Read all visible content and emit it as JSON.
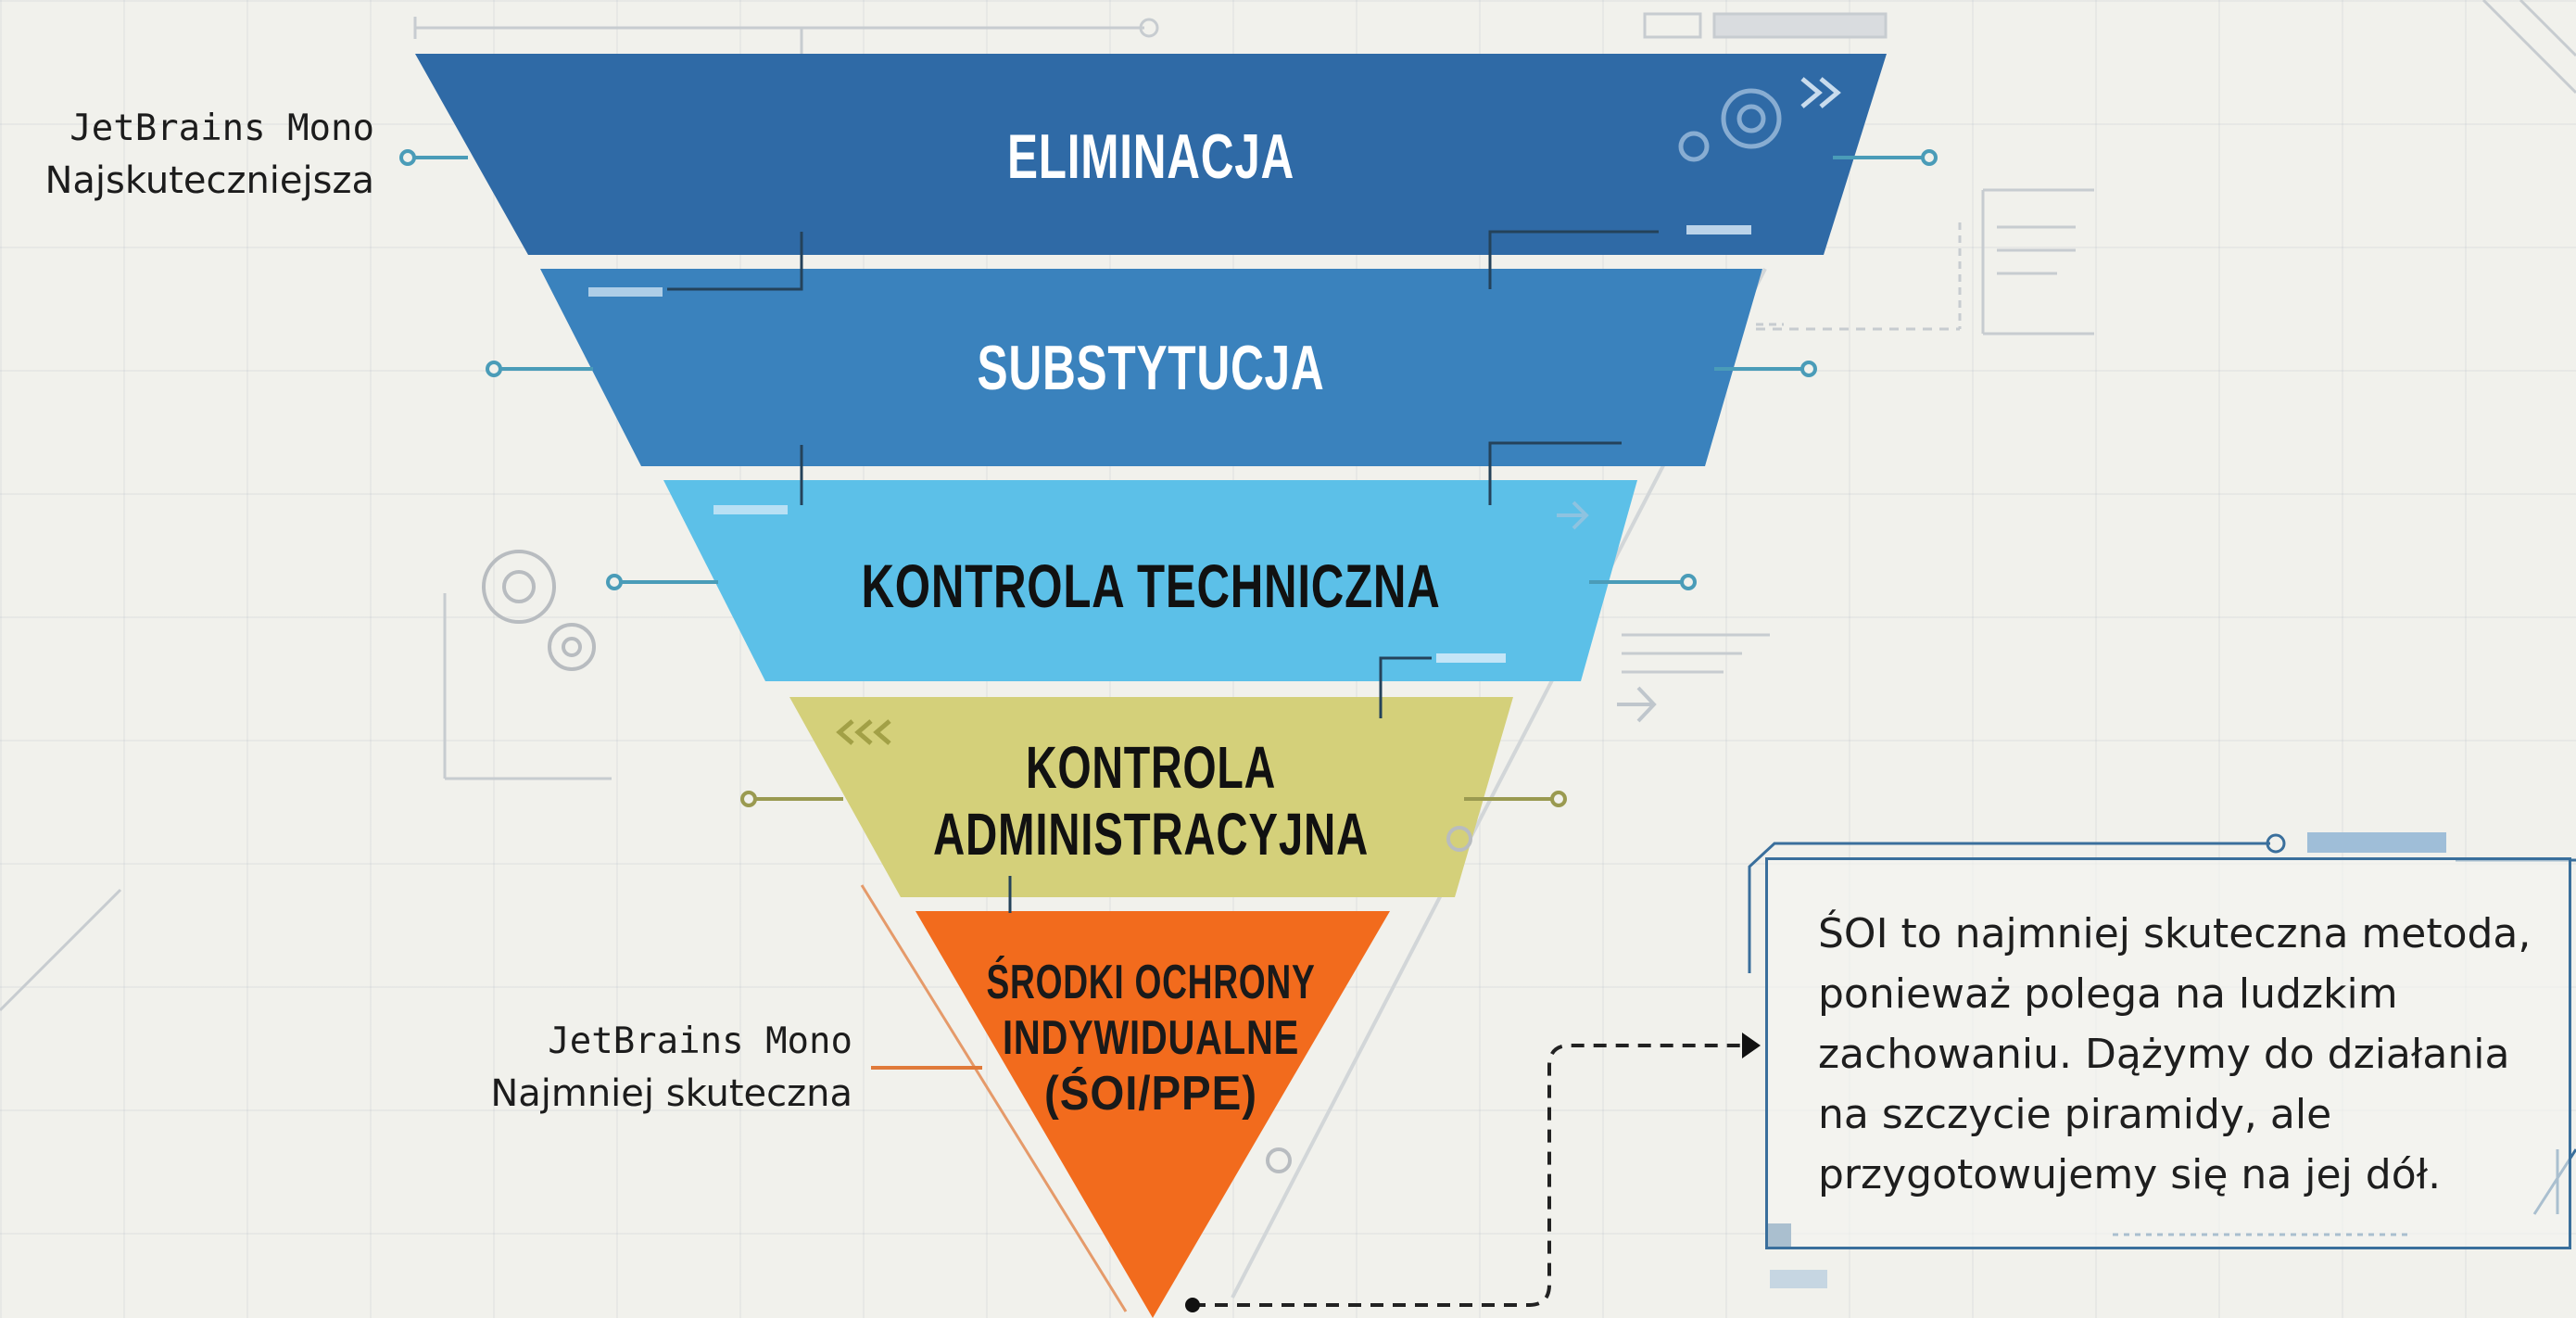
{
  "pyramid": {
    "levels": [
      {
        "label": "ELIMINACJA",
        "color": "#2f6aa6",
        "text_color": "#ffffff"
      },
      {
        "label": "SUBSTYTUCJA",
        "color": "#3a82bd",
        "text_color": "#ffffff"
      },
      {
        "label": "KONTROLA TECHNICZNA",
        "color": "#5cc0e8",
        "text_color": "#111111"
      },
      {
        "label_lines": [
          "KONTROLA",
          "ADMINISTRACYJNA"
        ],
        "color": "#d4d07a",
        "text_color": "#111111"
      },
      {
        "label_lines": [
          "ŚRODKI OCHRONY",
          "INDYWIDUALNE",
          "(ŚOI/PPE)"
        ],
        "color": "#f26b1d",
        "text_color": "#1a1a1a"
      }
    ]
  },
  "labels": {
    "top": {
      "font_name": "JetBrains Mono",
      "text": "Najskuteczniejsza"
    },
    "bottom": {
      "font_name": "JetBrains Mono",
      "text": "Najmniej skuteczna"
    }
  },
  "note": {
    "lines": [
      "ŚOI to najmniej skuteczna metoda,",
      "ponieważ polega na ludzkim",
      "zachowaniu. Dążymy do działania",
      "na szczycie piramidy, ale",
      "przygotowujemy się na jej dół."
    ]
  },
  "colors": {
    "accent": "#3a6f9c",
    "line_teal": "#4a9cb8",
    "line_olive": "#9a9a50",
    "line_orange": "#e07a3a",
    "background": "#f1f1ec"
  },
  "icons": [
    "gear-icon",
    "arrow-right-icon",
    "chevron-left-icon"
  ]
}
